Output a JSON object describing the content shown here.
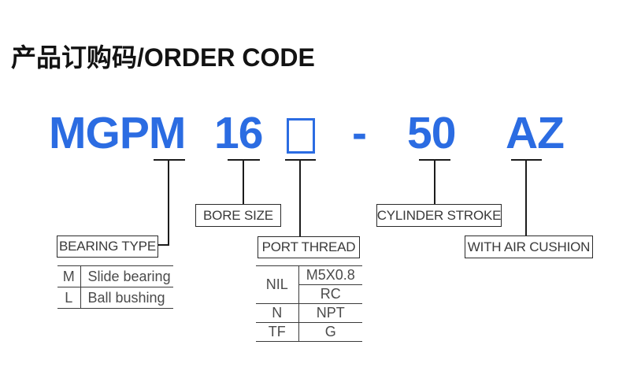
{
  "title": "产品订购码/ORDER CODE",
  "order_code": {
    "full": "MGPM 16 □ - 50 AZ",
    "color": "#2b6ce2",
    "segments": {
      "bearing_type": "MGPM",
      "bore_size": "16",
      "port_thread_blank": "□",
      "separator": "-",
      "cylinder_stroke": "50",
      "air_cushion": "AZ"
    }
  },
  "callouts": {
    "bearing_type": "BEARING TYPE",
    "bore_size": "BORE SIZE",
    "port_thread": "PORT THREAD",
    "cylinder_stroke": "CYLINDER STROKE",
    "with_air_cushion": "WITH AIR CUSHION"
  },
  "bearing_type_table": {
    "rows": [
      {
        "code": "M",
        "description": "Slide bearing"
      },
      {
        "code": "L",
        "description": "Ball bushing"
      }
    ]
  },
  "port_thread_table": {
    "rows": [
      {
        "code": "NIL",
        "threads": [
          "M5X0.8",
          "RC"
        ]
      },
      {
        "code": "N",
        "threads": [
          "NPT"
        ]
      },
      {
        "code": "TF",
        "threads": [
          "G"
        ]
      }
    ]
  }
}
